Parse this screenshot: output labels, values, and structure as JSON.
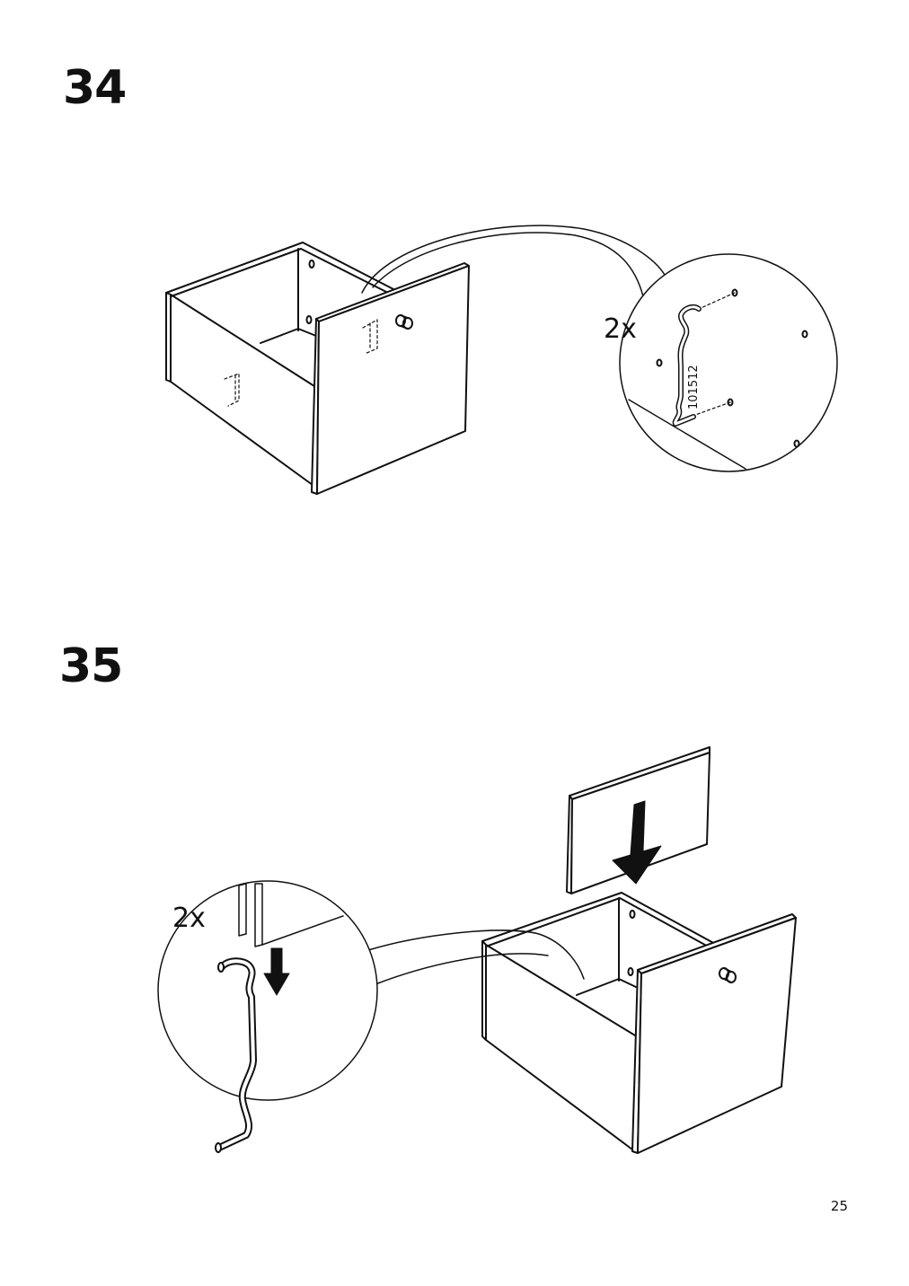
{
  "steps": [
    {
      "number": "34",
      "quantity": "2x",
      "part_number": "101512"
    },
    {
      "number": "35",
      "quantity": "2x"
    }
  ],
  "page_number": "25"
}
